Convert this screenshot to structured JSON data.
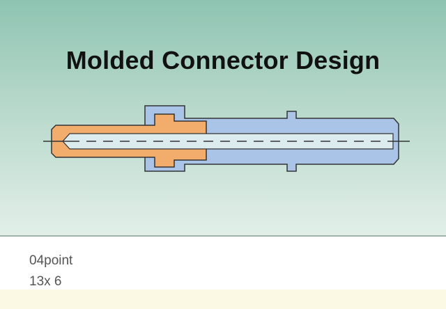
{
  "figure": {
    "title": "Molded Connector Design"
  },
  "caption": {
    "line1": "04point",
    "line2": "13x 6"
  },
  "colors": {
    "background_top": "#8fc4b2",
    "background_bottom": "#e2efe9",
    "orange_part": "#f2ad6d",
    "blue_part": "#a9c4e6",
    "bore": "#dcecee",
    "outline": "#333333",
    "footer": "#fbf8e4"
  }
}
